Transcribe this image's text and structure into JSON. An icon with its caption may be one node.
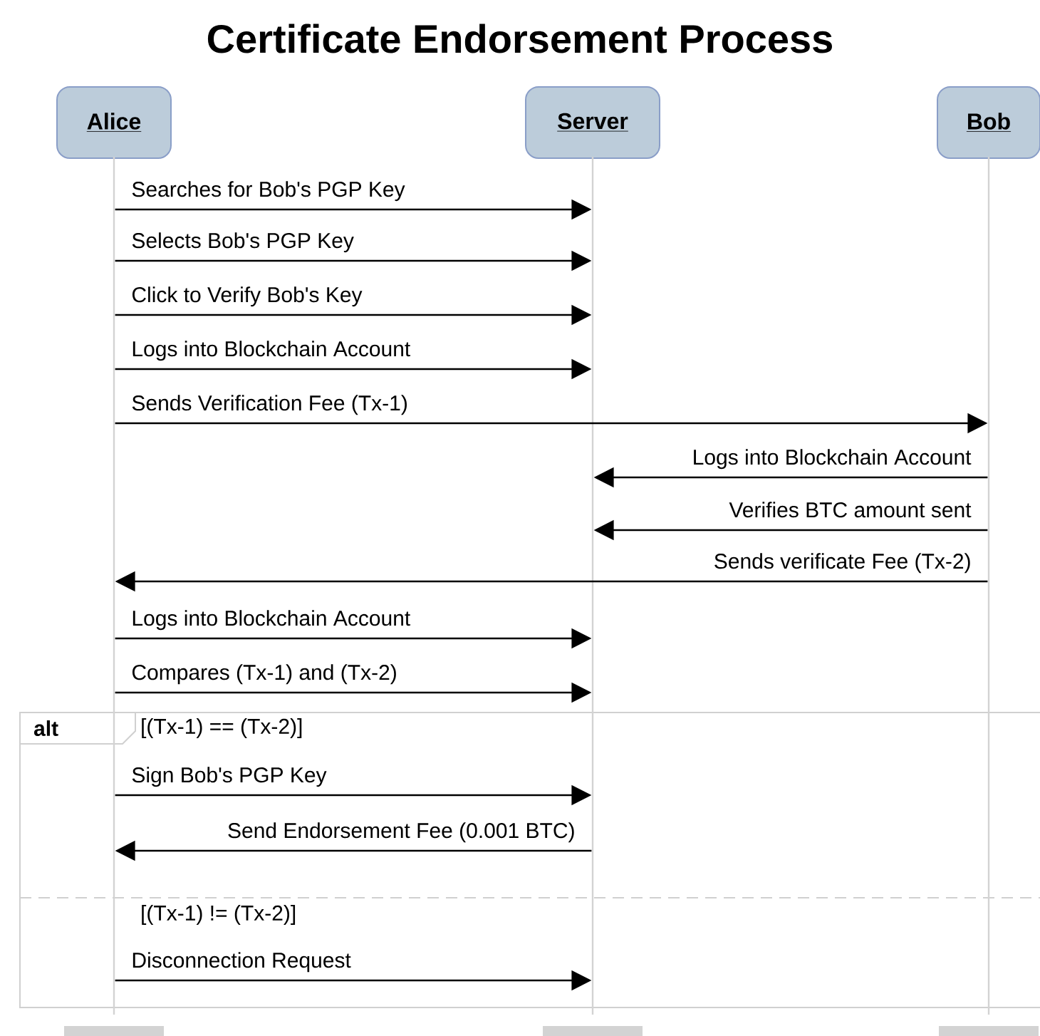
{
  "diagram": {
    "title": "Certificate Endorsement Process",
    "nodes": [
      {
        "text": [
          "Alice"
        ]
      },
      {
        "text": [
          "Server"
        ]
      },
      {
        "text": [
          "Bob"
        ]
      },
      {
        "text": [],
        "shape": "bar"
      },
      {
        "text": [],
        "shape": "bar"
      },
      {
        "text": [],
        "shape": "bar"
      },
      {
        "text": [],
        "shape": "box"
      },
      {
        "text": [],
        "shape": "box"
      },
      {
        "text": [],
        "shape": "box"
      }
    ],
    "edges": [
      {
        "from": 3,
        "to": 4,
        "arrow": "to",
        "label": "Searches for Bob's PGP Key"
      },
      {
        "from": 3,
        "to": 4,
        "arrow": "to",
        "label": "Selects Bob's PGP Key"
      },
      {
        "from": 3,
        "to": 4,
        "arrow": "to",
        "label": "Click to Verify Bob's Key"
      },
      {
        "from": 3,
        "to": 4,
        "arrow": "to",
        "label": "Logs into Blockchain Account"
      },
      {
        "from": 3,
        "to": 5,
        "arrow": "to",
        "label": "Sends Verification Fee (Tx-1)"
      },
      {
        "from": 5,
        "to": 4,
        "arrow": "to",
        "label": "Logs into Blockchain Account"
      },
      {
        "from": 5,
        "to": 4,
        "arrow": "to",
        "label": "Verifies BTC amount sent"
      },
      {
        "from": 5,
        "to": 3,
        "arrow": "to",
        "label": "Sends verificate Fee (Tx-2)"
      },
      {
        "from": 3,
        "to": 4,
        "arrow": "to",
        "label": "Logs into Blockchain Account"
      },
      {
        "from": 3,
        "to": 4,
        "arrow": "to",
        "label": "Compares (Tx-1) and (Tx-2)"
      },
      {
        "from": 3,
        "to": 4,
        "arrow": "to",
        "label": "Sign Bob's PGP Key"
      },
      {
        "from": 4,
        "to": 3,
        "arrow": "to",
        "label": "Send Endorsement Fee (0.001 BTC)"
      },
      {
        "from": 3,
        "to": 4,
        "arrow": "to",
        "label": "Disconnection Request"
      }
    ],
    "labels": [
      "alt",
      "[(Tx-1) == (Tx-2)]",
      "[(Tx-1) != (Tx-2)]"
    ]
  }
}
